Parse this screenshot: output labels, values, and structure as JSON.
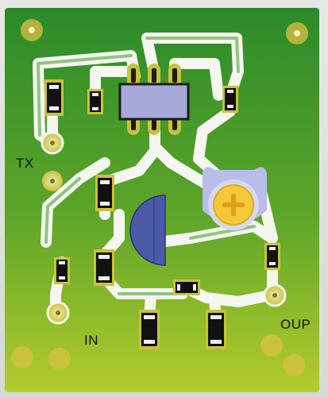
{
  "board": {
    "colors": {
      "pcb_green_top": "#2b8a2a",
      "pcb_green_bottom": "#a9c92a",
      "trace_white": "#f4f6ef",
      "pad_gold": "#c9c23a",
      "pad_hole": "#e8e2a0",
      "ic_body": "#a7a9d9",
      "transistor_body": "#4b5aa8",
      "trimmer_yellow": "#f5c83a",
      "component_black": "#111111"
    }
  },
  "labels": {
    "tx": "TX",
    "in": "IN",
    "oup": "OUP"
  }
}
